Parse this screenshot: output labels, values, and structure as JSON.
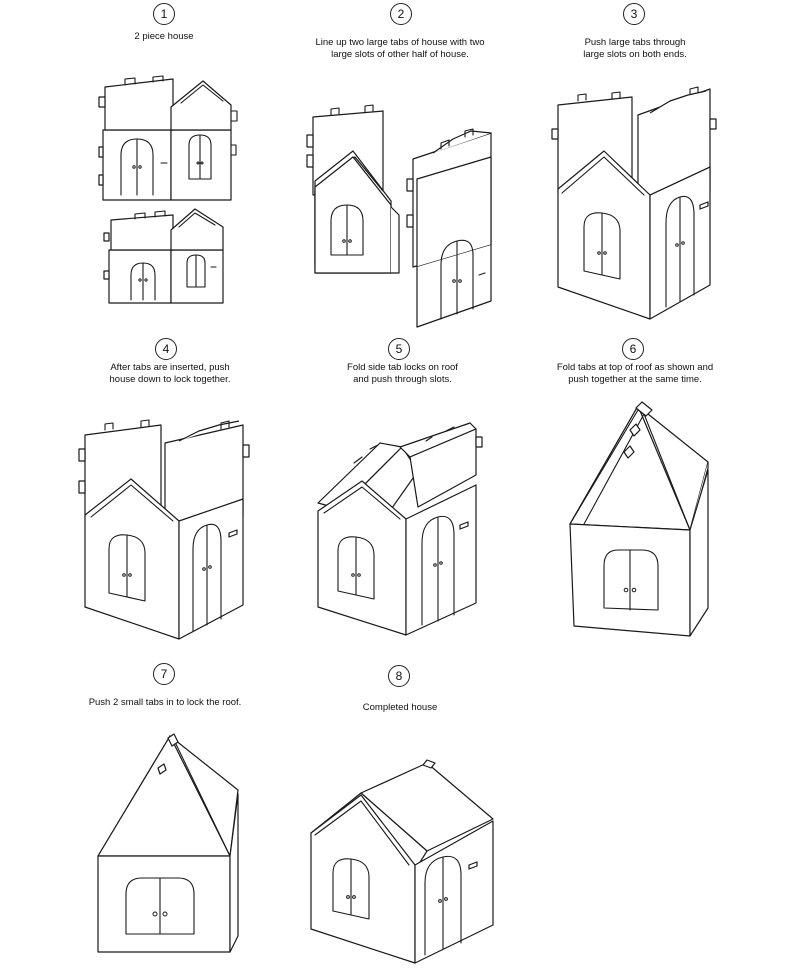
{
  "steps": [
    {
      "number": "1",
      "caption": "2 piece house"
    },
    {
      "number": "2",
      "caption": "Line up two large tabs of house with two\nlarge slots of other half of house."
    },
    {
      "number": "3",
      "caption": "Push large tabs through\nlarge slots on both ends."
    },
    {
      "number": "4",
      "caption": "After tabs are inserted, push\nhouse down to lock together."
    },
    {
      "number": "5",
      "caption": "Fold side tab locks on roof\nand push through slots."
    },
    {
      "number": "6",
      "caption": "Fold tabs at top of roof as shown and\npush together at the same time."
    },
    {
      "number": "7",
      "caption": "Push 2 small tabs in to lock the roof."
    },
    {
      "number": "8",
      "caption": "Completed house"
    }
  ],
  "colors": {
    "line": "#1a1a1a",
    "background": "#ffffff"
  }
}
